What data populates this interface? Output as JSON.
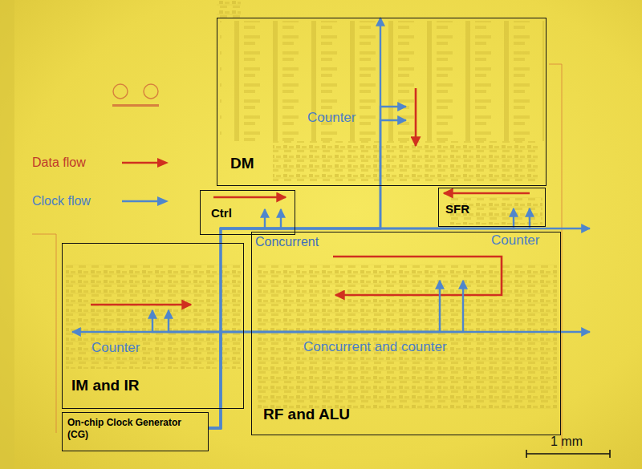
{
  "diagram": {
    "nodes": [
      {
        "text": [
          "DM"
        ]
      },
      {
        "text": [
          "Ctrl"
        ]
      },
      {
        "text": [
          "SFR"
        ]
      },
      {
        "text": [
          "IM and IR"
        ]
      },
      {
        "text": [
          "RF and ALU"
        ]
      },
      {
        "text": [
          "On-chip Clock Generator (CG)"
        ]
      }
    ],
    "edges": [
      {
        "from": 5,
        "to": 0,
        "arrow": "to"
      },
      {
        "from": 5,
        "to": 0,
        "arrow": "to"
      },
      {
        "from": 5,
        "to": 0,
        "arrow": "to"
      },
      {
        "from": 5,
        "to": 1,
        "arrow": "to"
      },
      {
        "from": 5,
        "to": 1,
        "arrow": "to"
      },
      {
        "from": 5,
        "to": 2,
        "arrow": "to"
      },
      {
        "from": 5,
        "to": 2,
        "arrow": "to"
      },
      {
        "from": 5,
        "to": 3,
        "arrow": "to"
      },
      {
        "from": 5,
        "to": 3,
        "arrow": "to"
      },
      {
        "from": 5,
        "to": 4,
        "arrow": "to"
      },
      {
        "from": 5,
        "to": 4,
        "arrow": "to"
      }
    ],
    "labels": [
      "Counter",
      "Concurrent",
      "Counter",
      "Counter",
      "Concurrent and counter",
      "1 mm"
    ],
    "legend": [
      {
        "text": "Data flow"
      },
      {
        "text": "Clock flow"
      }
    ]
  }
}
